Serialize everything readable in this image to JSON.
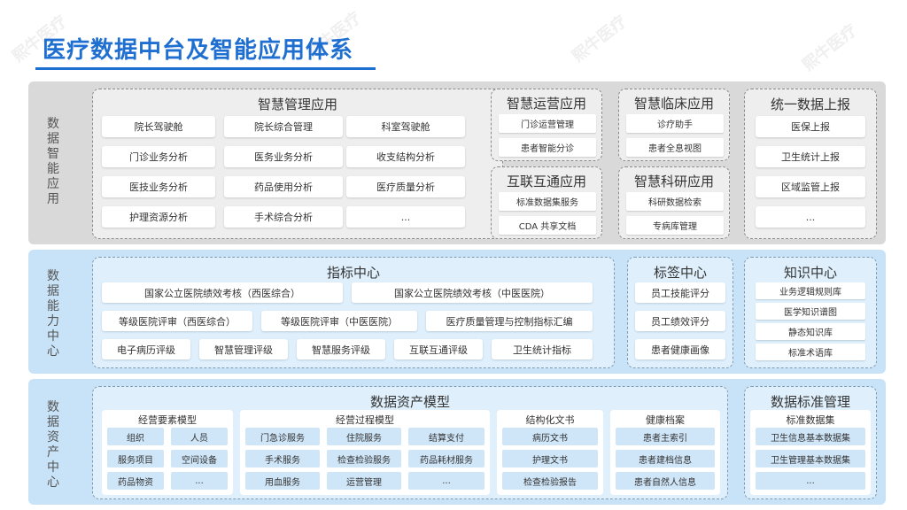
{
  "title": "医疗数据中台及智能应用体系",
  "watermark": "熙牛医疗",
  "colors": {
    "title_blue": "#1f6fd0",
    "band_gray": "#d9d9d9",
    "band_blue": "#c8e3f8"
  },
  "layer1": {
    "label": "数据智能应用",
    "mgmt": {
      "title": "智慧管理应用",
      "items": [
        "院长驾驶舱",
        "院长综合管理",
        "科室驾驶舱",
        "门诊业务分析",
        "医务业务分析",
        "收支结构分析",
        "医技业务分析",
        "药品使用分析",
        "医疗质量分析",
        "护理资源分析",
        "手术综合分析",
        "..."
      ]
    },
    "ops": {
      "title": "智慧运营应用",
      "items": [
        "门诊运营管理",
        "患者智能分诊"
      ]
    },
    "clinical": {
      "title": "智慧临床应用",
      "items": [
        "诊疗助手",
        "患者全息视图"
      ]
    },
    "report": {
      "title": "统一数据上报",
      "items": [
        "医保上报",
        "卫生统计上报",
        "区域监管上报",
        "..."
      ]
    },
    "interop": {
      "title": "互联互通应用",
      "items": [
        "标准数据集服务",
        "CDA 共享文档"
      ]
    },
    "research": {
      "title": "智慧科研应用",
      "items": [
        "科研数据检索",
        "专病库管理"
      ]
    }
  },
  "layer2": {
    "label": "数据能力中心",
    "indicator": {
      "title": "指标中心",
      "row1": [
        "国家公立医院绩效考核（西医综合）",
        "国家公立医院绩效考核（中医医院）"
      ],
      "row2": [
        "等级医院评审（西医综合）",
        "等级医院评审（中医医院）",
        "医疗质量管理与控制指标汇编"
      ],
      "row3": [
        "电子病历评级",
        "智慧管理评级",
        "智慧服务评级",
        "互联互通评级",
        "卫生统计指标"
      ]
    },
    "tags": {
      "title": "标签中心",
      "items": [
        "员工技能评分",
        "员工绩效评分",
        "患者健康画像"
      ]
    },
    "knowledge": {
      "title": "知识中心",
      "items": [
        "业务逻辑规则库",
        "医学知识谱图",
        "静态知识库",
        "标准术语库"
      ]
    }
  },
  "layer3": {
    "label": "数据资产中心",
    "model": {
      "title": "数据资产模型",
      "g1": {
        "title": "经营要素模型",
        "items": [
          "组织",
          "人员",
          "服务项目",
          "空间设备",
          "药品物资",
          "..."
        ]
      },
      "g2": {
        "title": "经营过程模型",
        "items": [
          "门急诊服务",
          "住院服务",
          "结算支付",
          "手术服务",
          "检查检验服务",
          "药品耗材服务",
          "用血服务",
          "运营管理",
          "..."
        ]
      },
      "g3": {
        "title": "结构化文书",
        "items": [
          "病历文书",
          "护理文书",
          "检查检验报告"
        ]
      },
      "g4": {
        "title": "健康档案",
        "items": [
          "患者主索引",
          "患者建档信息",
          "患者自然人信息"
        ]
      }
    },
    "standard": {
      "title": "数据标准管理",
      "g1": {
        "title": "标准数据集",
        "items": [
          "卫生信息基本数据集",
          "卫生管理基本数据集",
          "..."
        ]
      }
    }
  }
}
